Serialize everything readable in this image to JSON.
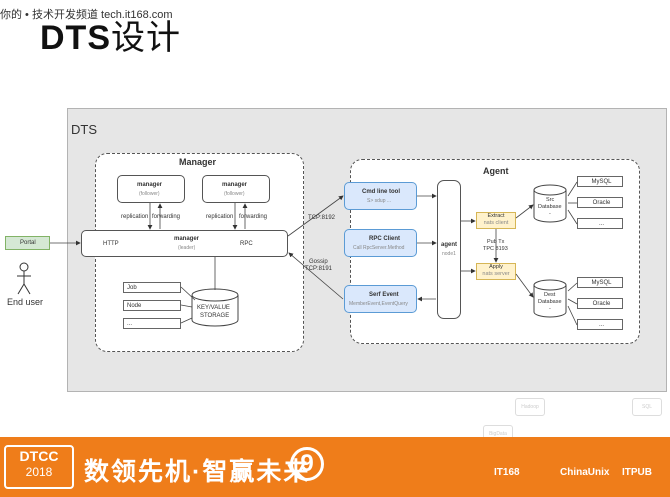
{
  "header": {
    "top_text": "你的 • 技术开发频道  tech.it168.com",
    "title_latin": "DTS",
    "title_cjk": "设计"
  },
  "panel_label": "DTS",
  "portal": {
    "label": "Portal"
  },
  "end_user": {
    "label": "End user"
  },
  "manager": {
    "title": "Manager",
    "follower1": {
      "name": "manager",
      "role": "(follower)"
    },
    "follower2": {
      "name": "manager",
      "role": "(follower)"
    },
    "replication1": "replication",
    "forwarding1": "forwarding",
    "replication2": "replication",
    "forwarding2": "forwarding",
    "http": "HTTP",
    "leader_name": "manager",
    "leader_role": "(leader)",
    "rpc": "RPC",
    "job": "Job",
    "node": "Node",
    "etc": "...",
    "kv_line1": "KEY/VALUE",
    "kv_line2": "STORAGE"
  },
  "links": {
    "tcp8192": "TCP:8192",
    "gossip": "Gossip",
    "tcp8191": "TCP:8191"
  },
  "agent": {
    "title": "Agent",
    "cmd": {
      "title": "Cmd line tool",
      "sub": "S> sdup ..."
    },
    "rpc_client": {
      "title": "RPC Client",
      "sub": "Call RpcServer.Method"
    },
    "serf": {
      "title": "Serf Event",
      "sub": "MemberEvent,EventQuery"
    },
    "node_title": "agent",
    "node_sub": "node1",
    "extract": {
      "title": "Extract",
      "sub": "nats client"
    },
    "pubsub": {
      "line1": "Pub Tx",
      "line2": "TPC 8193"
    },
    "apply": {
      "title": "Apply",
      "sub": "nats server"
    },
    "src_db": {
      "line1": "Src",
      "line2": "Database",
      "dash": "-"
    },
    "dest_db": {
      "line1": "Dest",
      "line2": "Database",
      "dash": "-"
    },
    "src_items": [
      "MySQL",
      "Oracle",
      "..."
    ],
    "dest_items": [
      "MySQL",
      "Oracle",
      "..."
    ]
  },
  "decor": {
    "hex_labels": [
      "Hadoop",
      "SQL",
      "BigData"
    ]
  },
  "footer": {
    "dtcc": "DTCC",
    "year": "2018",
    "slogan": "数领先机·智赢未来",
    "nine": "9",
    "logos": [
      "IT168",
      "ChinaUnix",
      "ITPUB"
    ]
  },
  "colors": {
    "footer": "#ef7d1a",
    "blue_fill": "#dae8fc",
    "blue_stroke": "#5b9bd5",
    "yellow_fill": "#fff2cc",
    "portal_fill": "#d5e8d4"
  }
}
